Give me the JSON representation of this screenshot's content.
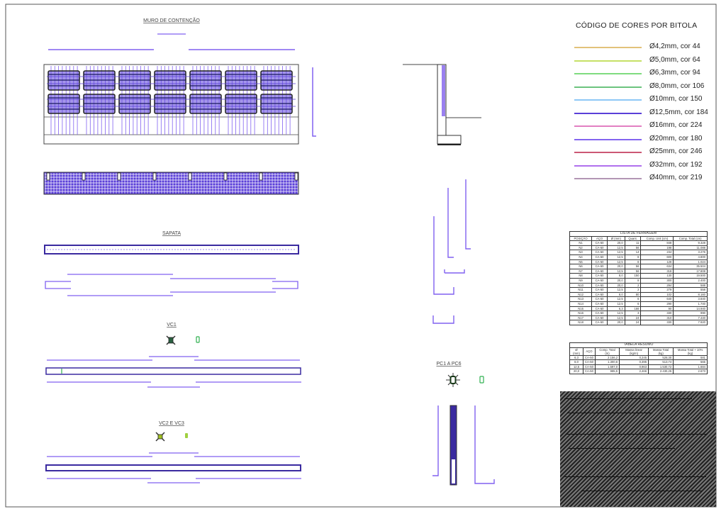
{
  "drawing": {
    "titles": {
      "muro": "MURO DE CONTENÇÃO",
      "sapata": "SAPATA",
      "vc1": "VC1",
      "vc2_vc3": "VC2 E VC3",
      "pc": "PC1 A PC6"
    }
  },
  "legend": {
    "title": "CÓDIGO DE CORES POR BITOLA",
    "items": [
      {
        "label": "Ø4,2mm, cor 44",
        "color": "#e2c27a"
      },
      {
        "label": "Ø5,0mm, cor 64",
        "color": "#c6e066"
      },
      {
        "label": "Ø6,3mm, cor 94",
        "color": "#7fdc7f"
      },
      {
        "label": "Ø8,0mm, cor 106",
        "color": "#6cc47e"
      },
      {
        "label": "Ø10mm, cor 150",
        "color": "#8ec8f6"
      },
      {
        "label": "Ø12,5mm, cor 184",
        "color": "#5a3fd8"
      },
      {
        "label": "Ø16mm, cor 224",
        "color": "#e27fc2"
      },
      {
        "label": "Ø20mm, cor 180",
        "color": "#8465f0"
      },
      {
        "label": "Ø25mm, cor 246",
        "color": "#cc5874"
      },
      {
        "label": "Ø32mm, cor 192",
        "color": "#b070ee"
      },
      {
        "label": "Ø40mm, cor 219",
        "color": "#b295b4"
      }
    ]
  },
  "lista_ferragem": {
    "title": "LISTA DE FERRAGEM",
    "headers": [
      "POSIÇÃO",
      "AÇO",
      "Ø (mm)",
      "Quant.",
      "Comp. Unit (cm)",
      "Comp. Total (cm)"
    ],
    "rows": [
      [
        "N1",
        "CA-50",
        "20,0",
        "11",
        "848",
        "9.328"
      ],
      [
        "N2",
        "CA-50",
        "12,5",
        "56",
        "198",
        "11.088"
      ],
      [
        "N3",
        "CA-50",
        "12,5",
        "14",
        "234",
        "3.276"
      ],
      [
        "N4",
        "CA-50",
        "12,5",
        "8",
        "600",
        "4.800"
      ],
      [
        "N5",
        "CA-50",
        "12,5",
        "8",
        "128",
        "1.024"
      ],
      [
        "N6",
        "CA-50",
        "20,0",
        "56",
        "634",
        "35.504"
      ],
      [
        "N7",
        "CA-50",
        "12,5",
        "56",
        "318",
        "17.808"
      ],
      [
        "N8",
        "CA-50",
        "8,0",
        "150",
        "130",
        "19.500"
      ],
      [
        "N9",
        "CA-50",
        "20,0",
        "8",
        "300",
        "2.400"
      ],
      [
        "N10",
        "CA-50",
        "20,0",
        "2",
        "294",
        "588"
      ],
      [
        "N11",
        "CA-50",
        "12,5",
        "2",
        "279",
        "558"
      ],
      [
        "N12",
        "CA-50",
        "8,0",
        "80",
        "102",
        "8.160"
      ],
      [
        "N13",
        "CA-50",
        "12,5",
        "6",
        "640",
        "3.840"
      ],
      [
        "N14",
        "CA-50",
        "12,5",
        "6",
        "290",
        "1.740"
      ],
      [
        "N15",
        "CA-50",
        "6,3",
        "166",
        "90",
        "14.940"
      ],
      [
        "N16",
        "CA-50",
        "12,5",
        "3",
        "330",
        "990"
      ],
      [
        "N17",
        "CA-50",
        "12,5",
        "24",
        "310",
        "7.440"
      ],
      [
        "N18",
        "CA-50",
        "20,0",
        "24",
        "330",
        "7.920"
      ]
    ]
  },
  "tabela_resumo": {
    "title": "TABELA RESUMO",
    "headers": [
      "Ø (mm)",
      "AÇO",
      "Comp. Total (m)",
      "Massa linear (kg/m)",
      "Massa Total (kg)",
      "Massa Total + 10% (kg)"
    ],
    "rows": [
      [
        "6,3",
        "CA-50",
        "2.156,2",
        "0,245",
        "528,30",
        "581"
      ],
      [
        "8,0",
        "CA-50",
        "1.300,6",
        "0,395",
        "513,74",
        "565"
      ],
      [
        "12,5",
        "CA-50",
        "1.597,0",
        "0,963",
        "1.530,72",
        "1.684"
      ],
      [
        "20,0",
        "CA-50",
        "985,5",
        "2,466",
        "2.430,25",
        "2.673"
      ]
    ]
  }
}
